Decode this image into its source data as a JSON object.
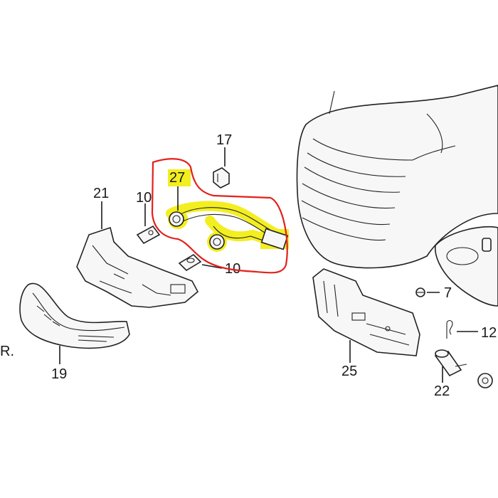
{
  "labels": {
    "part_17": "17",
    "part_27": "27",
    "part_21": "21",
    "part_10a": "10",
    "part_10b": "10",
    "part_7": "7",
    "part_12": "12",
    "part_19": "19",
    "part_25": "25",
    "part_22": "22",
    "edge_fragment": "R."
  },
  "colors": {
    "highlight_yellow": "#f3ee20",
    "outline_red": "#e2211c",
    "ink": "#1a1a1a",
    "background": "#ffffff"
  }
}
